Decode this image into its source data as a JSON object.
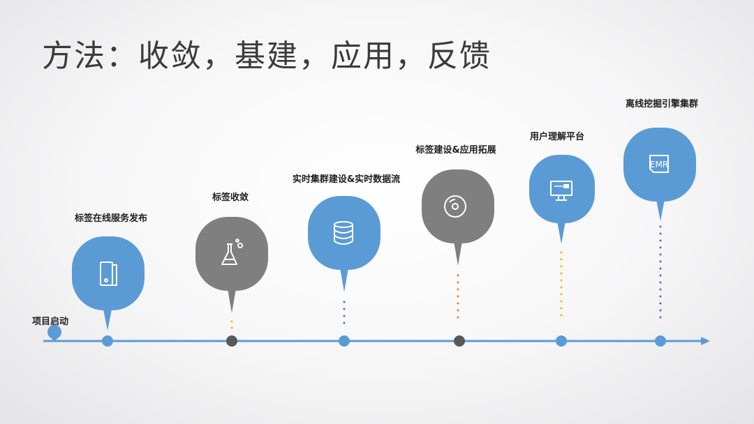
{
  "title": "方法：收敛，基建，应用，反馈",
  "start_label": "项目启动",
  "milestones": [
    {
      "label": "标签在线服务发布",
      "icon": "server-icon",
      "color": "#5b9bd5"
    },
    {
      "label": "标签收敛",
      "icon": "flask-icon",
      "color": "#7f7f7f"
    },
    {
      "label": "实时集群建设&实时数据流",
      "icon": "database-icon",
      "color": "#5b9bd5"
    },
    {
      "label": "标签建设&应用拓展",
      "icon": "disc-icon",
      "color": "#7f7f7f"
    },
    {
      "label": "用户理解平台",
      "icon": "monitor-icon",
      "color": "#5b9bd5"
    },
    {
      "label": "离线挖掘引擎集群",
      "icon": "emr-icon",
      "icon_text": "EMR",
      "color": "#5b9bd5"
    }
  ],
  "colors": {
    "line": "#5b9bd5",
    "dots_gold": "#f2b705",
    "dots_orange": "#ed7d31",
    "dots_blue": "#4472c4"
  }
}
